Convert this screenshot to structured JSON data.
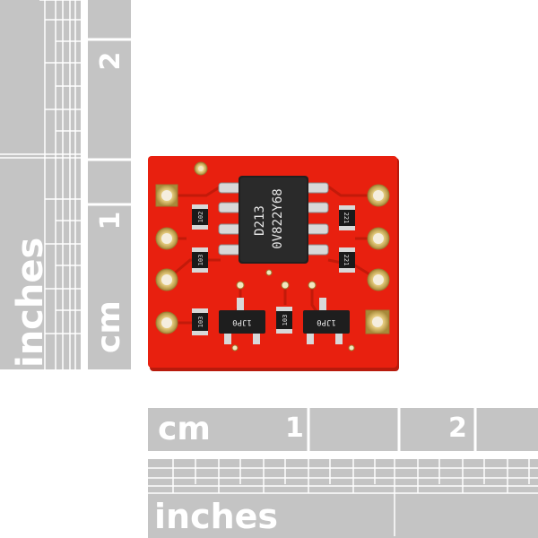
{
  "rulers": {
    "left_inches_label": "inches",
    "left_cm_label": "cm",
    "left_cm_marks": [
      "1",
      "2"
    ],
    "bottom_cm_label": "cm",
    "bottom_cm_marks": [
      "1",
      "2"
    ],
    "bottom_inches_label": "inches"
  },
  "board": {
    "color": "#e8200f",
    "chip_top": "D213",
    "chip_bottom": "0V822Y68",
    "resistors": [
      "102",
      "103",
      "221",
      "221",
      "103",
      "103"
    ],
    "transistor_marks": [
      "1JP0",
      "1JP0"
    ]
  }
}
